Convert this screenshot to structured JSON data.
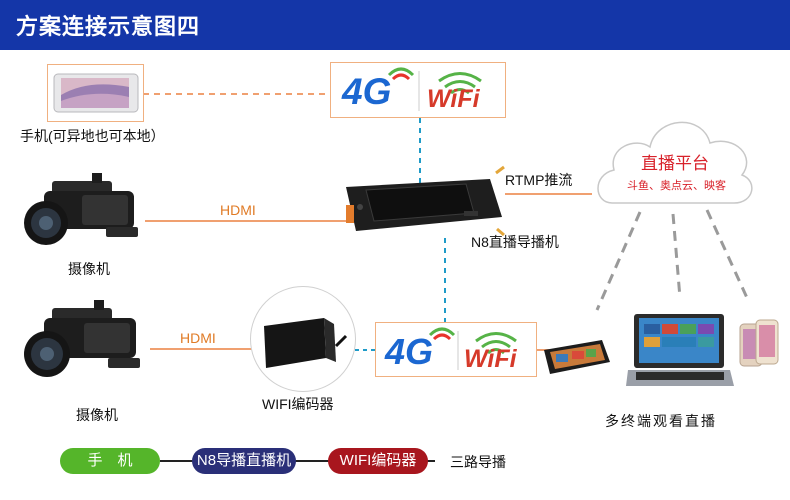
{
  "title": "方案连接示意图四",
  "labels": {
    "phone": "手机(可异地也可本地）",
    "camera_top": "摄像机",
    "camera_bottom": "摄像机",
    "hdmi_top": "HDMI",
    "hdmi_bottom": "HDMI",
    "rtmp": "RTMP推流",
    "n8": "N8直播导播机",
    "wifi_encoder": "WIFI编码器",
    "multi_terminal": "多终端观看直播"
  },
  "badges": {
    "net_4g": "4G",
    "wifi": "WiFi"
  },
  "cloud": {
    "title": "直播平台",
    "subtitle": "斗鱼、奥点云、映客"
  },
  "legend": {
    "items": [
      "手　机",
      "N8导播直播机",
      "WIFI编码器"
    ],
    "caption": "三路导播"
  },
  "colors": {
    "header": "#1436a8",
    "wire": "#f0a070",
    "dashed_blue": "#1e9bc8",
    "cloud_text": "#d8212a",
    "legend_green": "#55b52a",
    "legend_navy": "#2a2f78",
    "legend_red": "#a8161e",
    "dashed_gray": "#9a9a9a"
  }
}
